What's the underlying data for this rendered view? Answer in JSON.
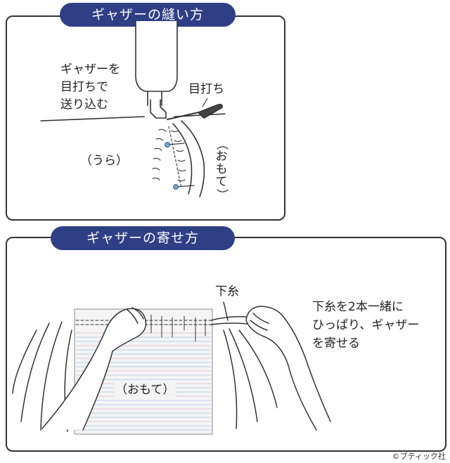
{
  "top_section": {
    "title": "ギャザーの縫い方",
    "label_feed_lines": [
      "ギャザーを",
      "目打ちで",
      "送り込む"
    ],
    "label_awl": "目打ち",
    "label_back": "（うら）",
    "label_front_vertical": [
      "（",
      "お",
      "も",
      "て",
      "）"
    ]
  },
  "bottom_section": {
    "title": "ギャザーの寄せ方",
    "label_bobbin": "下糸",
    "instruction_lines": [
      "下糸を2本一緒に",
      "ひっぱり、ギャザー",
      "を寄せる"
    ],
    "label_front": "（おもて）"
  },
  "copyright": "©ブティック社",
  "colors": {
    "title_bg": "#2f3f86",
    "pin_head": "#6fa6d6",
    "fabric_line_pink": "#e7c3d3",
    "fabric_line_blue": "#bcd0e8"
  }
}
